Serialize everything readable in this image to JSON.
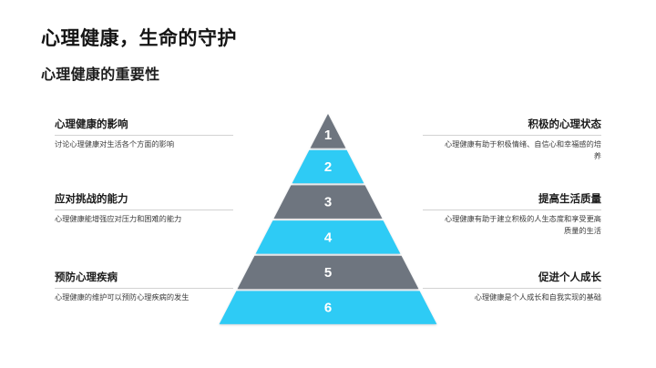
{
  "slide": {
    "title": "心理健康，生命的守护",
    "subtitle": "心理健康的重要性",
    "background_color": "#ffffff"
  },
  "theme": {
    "accent_cyan": "#2FCBF5",
    "accent_gray": "#6E757F",
    "text_color": "#1a1a1a",
    "rule_color": "#d2d2d2"
  },
  "left_column": {
    "items": [
      {
        "heading": "心理健康的影响",
        "body": "讨论心理健康对生活各个方面的影响"
      },
      {
        "heading": "应对挑战的能力",
        "body": "心理健康能增强应对压力和困难的能力"
      },
      {
        "heading": "预防心理疾病",
        "body": "心理健康的维护可以预防心理疾病的发生"
      }
    ]
  },
  "right_column": {
    "items": [
      {
        "heading": "积极的心理状态",
        "body": "心理健康有助于积极情绪、自信心和幸福感的培养"
      },
      {
        "heading": "提高生活质量",
        "body": "心理健康有助于建立积极的人生态度和享受更高质量的生活"
      },
      {
        "heading": "促进个人成长",
        "body": "心理健康是个人成长和自我实现的基础"
      }
    ]
  },
  "pyramid": {
    "levels": [
      {
        "number": "1",
        "color": "#6E757F"
      },
      {
        "number": "2",
        "color": "#2FCBF5"
      },
      {
        "number": "3",
        "color": "#6E757F"
      },
      {
        "number": "4",
        "color": "#2FCBF5"
      },
      {
        "number": "5",
        "color": "#6E757F"
      },
      {
        "number": "6",
        "color": "#2FCBF5"
      }
    ]
  }
}
